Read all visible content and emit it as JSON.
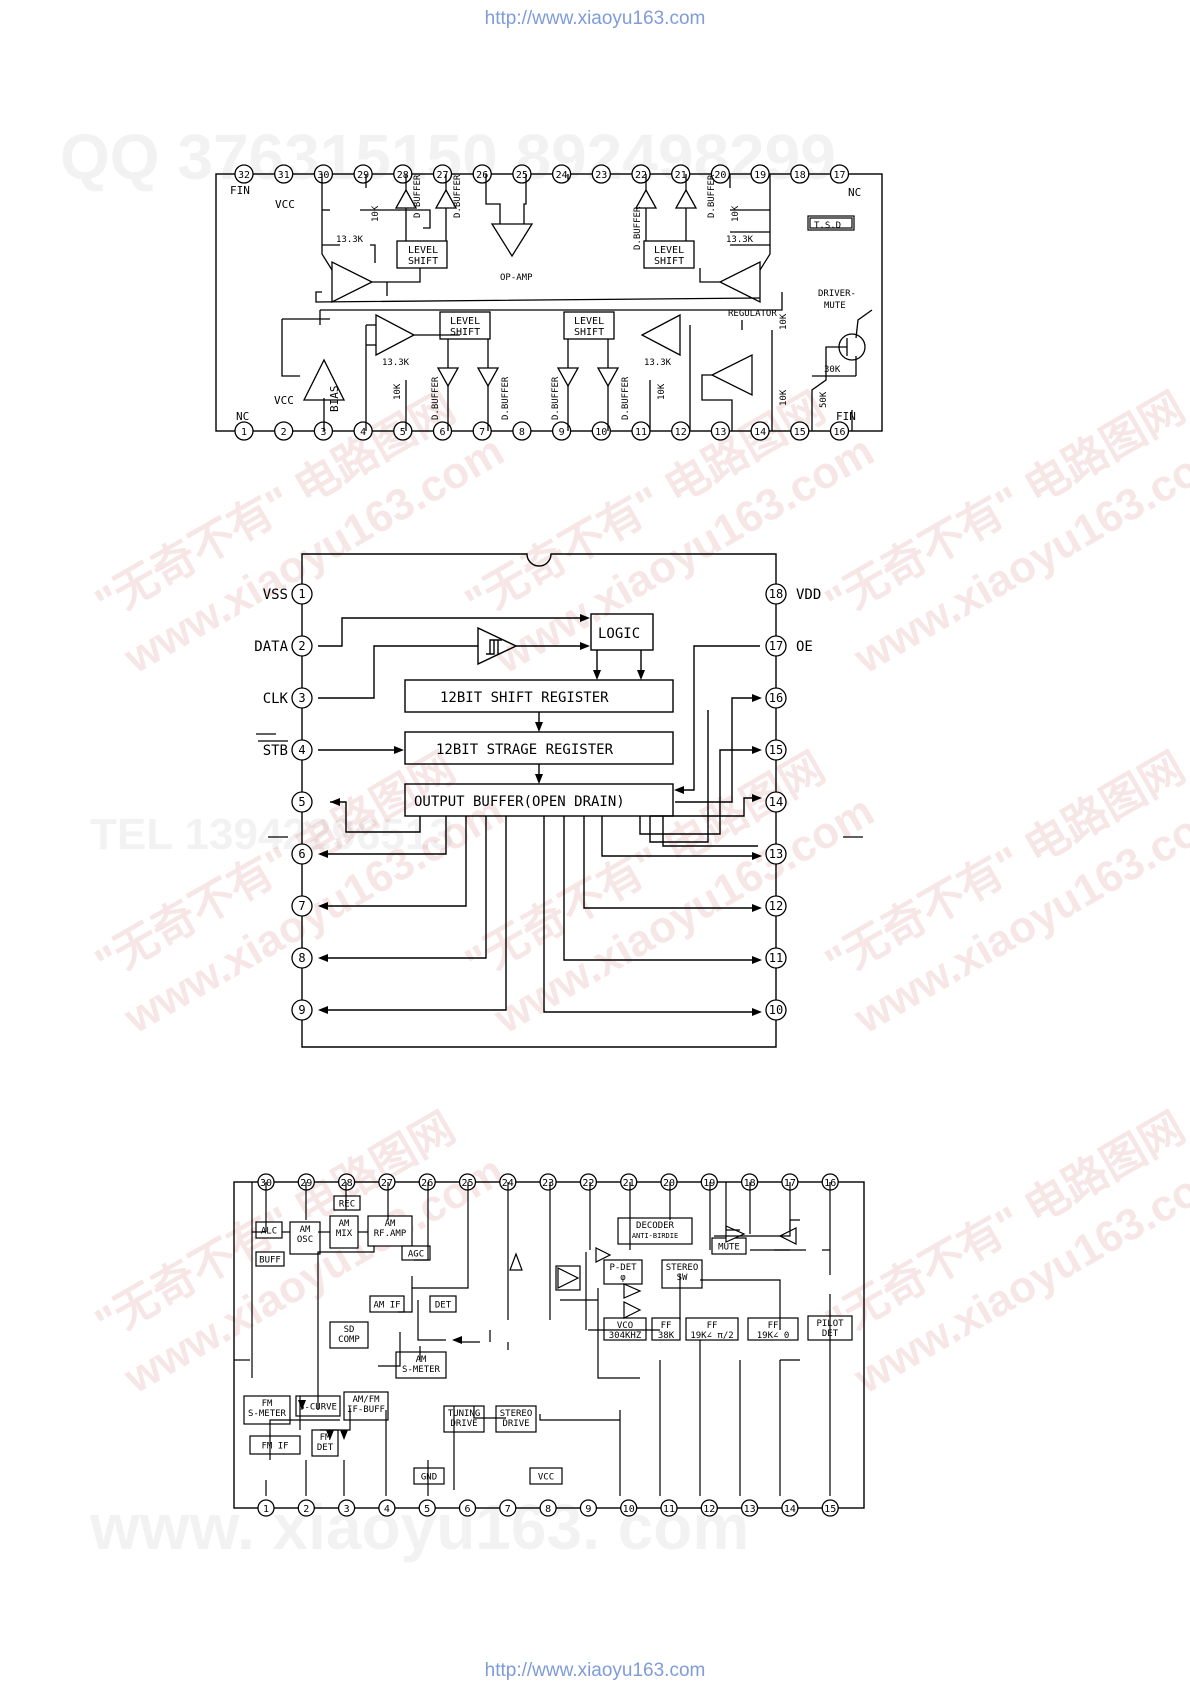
{
  "header_url": "http://www.xiaoyu163.com",
  "footer_url": "http://www.xiaoyu163.com",
  "watermarks": {
    "qq": "QQ 376315150  892498299",
    "cn_site": "\"无奇不有\" 电路图网",
    "site": "www.xiaoyu163.com",
    "tel": "TEL 13942296513",
    "big_site": "www. xiaoyu163. com"
  },
  "diagram1": {
    "top_pins": [
      "32",
      "31",
      "30",
      "29",
      "28",
      "27",
      "26",
      "25",
      "24",
      "23",
      "22",
      "21",
      "20",
      "19",
      "18",
      "17"
    ],
    "bottom_pins": [
      "1",
      "2",
      "3",
      "4",
      "5",
      "6",
      "7",
      "8",
      "9",
      "10",
      "11",
      "12",
      "13",
      "14",
      "15",
      "16"
    ],
    "labels": {
      "fin_left": "FIN",
      "vcc_top": "VCC",
      "nc_right": "NC",
      "nc_left": "NC",
      "vcc_bottom": "VCC",
      "fin_right": "FIN",
      "bias": "BIAS",
      "dbuffer": "D.BUFFER",
      "level": "LEVEL",
      "shift": "SHIFT",
      "opamp": "OP-AMP",
      "r10k": "10K",
      "r133k": "13.3K",
      "tsd": "T.S.D",
      "regulator": "REGULATOR",
      "driver": "DRIVER-",
      "mute": "MUTE",
      "r30k": "30K",
      "r50k": "50K"
    }
  },
  "diagram2": {
    "left_pins": [
      {
        "num": "1",
        "name": "VSS"
      },
      {
        "num": "2",
        "name": "DATA"
      },
      {
        "num": "3",
        "name": "CLK"
      },
      {
        "num": "4",
        "name": "STB"
      },
      {
        "num": "5",
        "name": ""
      },
      {
        "num": "6",
        "name": ""
      },
      {
        "num": "7",
        "name": ""
      },
      {
        "num": "8",
        "name": ""
      },
      {
        "num": "9",
        "name": ""
      }
    ],
    "right_pins": [
      {
        "num": "18",
        "name": "VDD"
      },
      {
        "num": "17",
        "name": "OE"
      },
      {
        "num": "16",
        "name": ""
      },
      {
        "num": "15",
        "name": ""
      },
      {
        "num": "14",
        "name": ""
      },
      {
        "num": "13",
        "name": ""
      },
      {
        "num": "12",
        "name": ""
      },
      {
        "num": "11",
        "name": ""
      },
      {
        "num": "10",
        "name": ""
      }
    ],
    "blocks": {
      "logic": "LOGIC",
      "shift_register": "12BIT SHIFT REGISTER",
      "strage_register": "12BIT STRAGE REGISTER",
      "output_buffer": "OUTPUT BUFFER(OPEN DRAIN)"
    }
  },
  "diagram3": {
    "top_pins": [
      "30",
      "29",
      "28",
      "27",
      "26",
      "25",
      "24",
      "23",
      "22",
      "21",
      "20",
      "19",
      "18",
      "17",
      "16"
    ],
    "bottom_pins": [
      "1",
      "2",
      "3",
      "4",
      "5",
      "6",
      "7",
      "8",
      "9",
      "10",
      "11",
      "12",
      "13",
      "14",
      "15"
    ],
    "blocks": {
      "alc": "ALC",
      "buff": "BUFF",
      "am_osc": [
        "AM",
        "OSC"
      ],
      "am_mix": [
        "AM",
        "MIX"
      ],
      "am_rf_amp": [
        "AM",
        "RF.AMP"
      ],
      "rec": "REC",
      "agc": "AGC",
      "am_if": "AM IF",
      "det": "DET",
      "sd_comp": [
        "SD",
        "COMP"
      ],
      "am_s_meter": [
        "AM",
        "S-METER"
      ],
      "fm_s_meter": [
        "FM",
        "S-METER"
      ],
      "s_curve": "S-CURVE",
      "am_fm_if_buff": [
        "AM/FM",
        "IF-BUFF"
      ],
      "fm_if": "FM IF",
      "fm_det": [
        "FM",
        "DET"
      ],
      "tuning_drive": [
        "TUNING",
        "DRIVE"
      ],
      "stereo_drive": [
        "STEREO",
        "DRIVE"
      ],
      "gnd": "GND",
      "vcc": "VCC",
      "decoder": [
        "DECODER",
        "ANTI-BIRDIE"
      ],
      "stereo_sw": [
        "STEREO",
        "SW"
      ],
      "p_det": [
        "P-DET",
        "φ"
      ],
      "vco": [
        "VCO",
        "304KHZ"
      ],
      "ff38k": [
        "FF",
        "38K"
      ],
      "ff19k_half": [
        "FF",
        "19K∠ π/2"
      ],
      "ff19k_0": [
        "FF",
        "19K∠ 0"
      ],
      "pilot_det": [
        "PILOT",
        "DET"
      ],
      "mute": "MUTE"
    }
  }
}
